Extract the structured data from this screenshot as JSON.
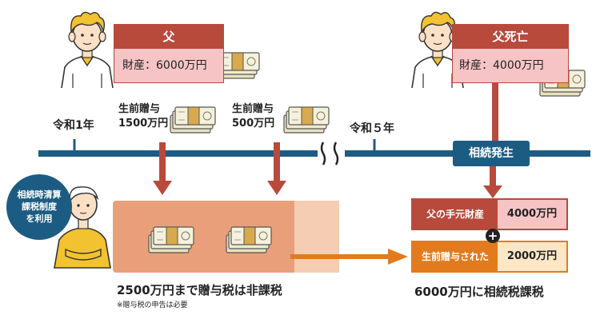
{
  "father_box": {
    "title": "父",
    "asset_label": "財産：6000万円"
  },
  "father_dead_box": {
    "title": "父死亡",
    "asset_label": "財産：4000万円"
  },
  "timeline": {
    "start_label": "令和1年",
    "end_label": "令和５年",
    "event_label": "相続発生"
  },
  "gifts": [
    {
      "label": "生前贈与",
      "amount": "1500万円"
    },
    {
      "label": "生前贈与",
      "amount": "500万円"
    }
  ],
  "badge": {
    "text_lines": [
      "相続時清算",
      "課税制度",
      "を利用"
    ]
  },
  "summary": {
    "main": "2500万円まで贈与税は非課税",
    "note": "※贈与税の申告は必要"
  },
  "result": {
    "row1_label": "父の手元財産",
    "row1_value": "4000万円",
    "row2_label": "生前贈与された",
    "row2_value": "2000万円",
    "conclusion": "6000万円に相続税課税"
  },
  "colors": {
    "timeline": "#1d5c82",
    "title_red": "#b84a3c",
    "pink": "#f6c4c5",
    "arrow_red": "#b84a3c",
    "salmon": "#e9a07a",
    "light_salmon": "#f5cdb3",
    "orange": "#e27b1e",
    "person_yellow": "#f2c230"
  }
}
